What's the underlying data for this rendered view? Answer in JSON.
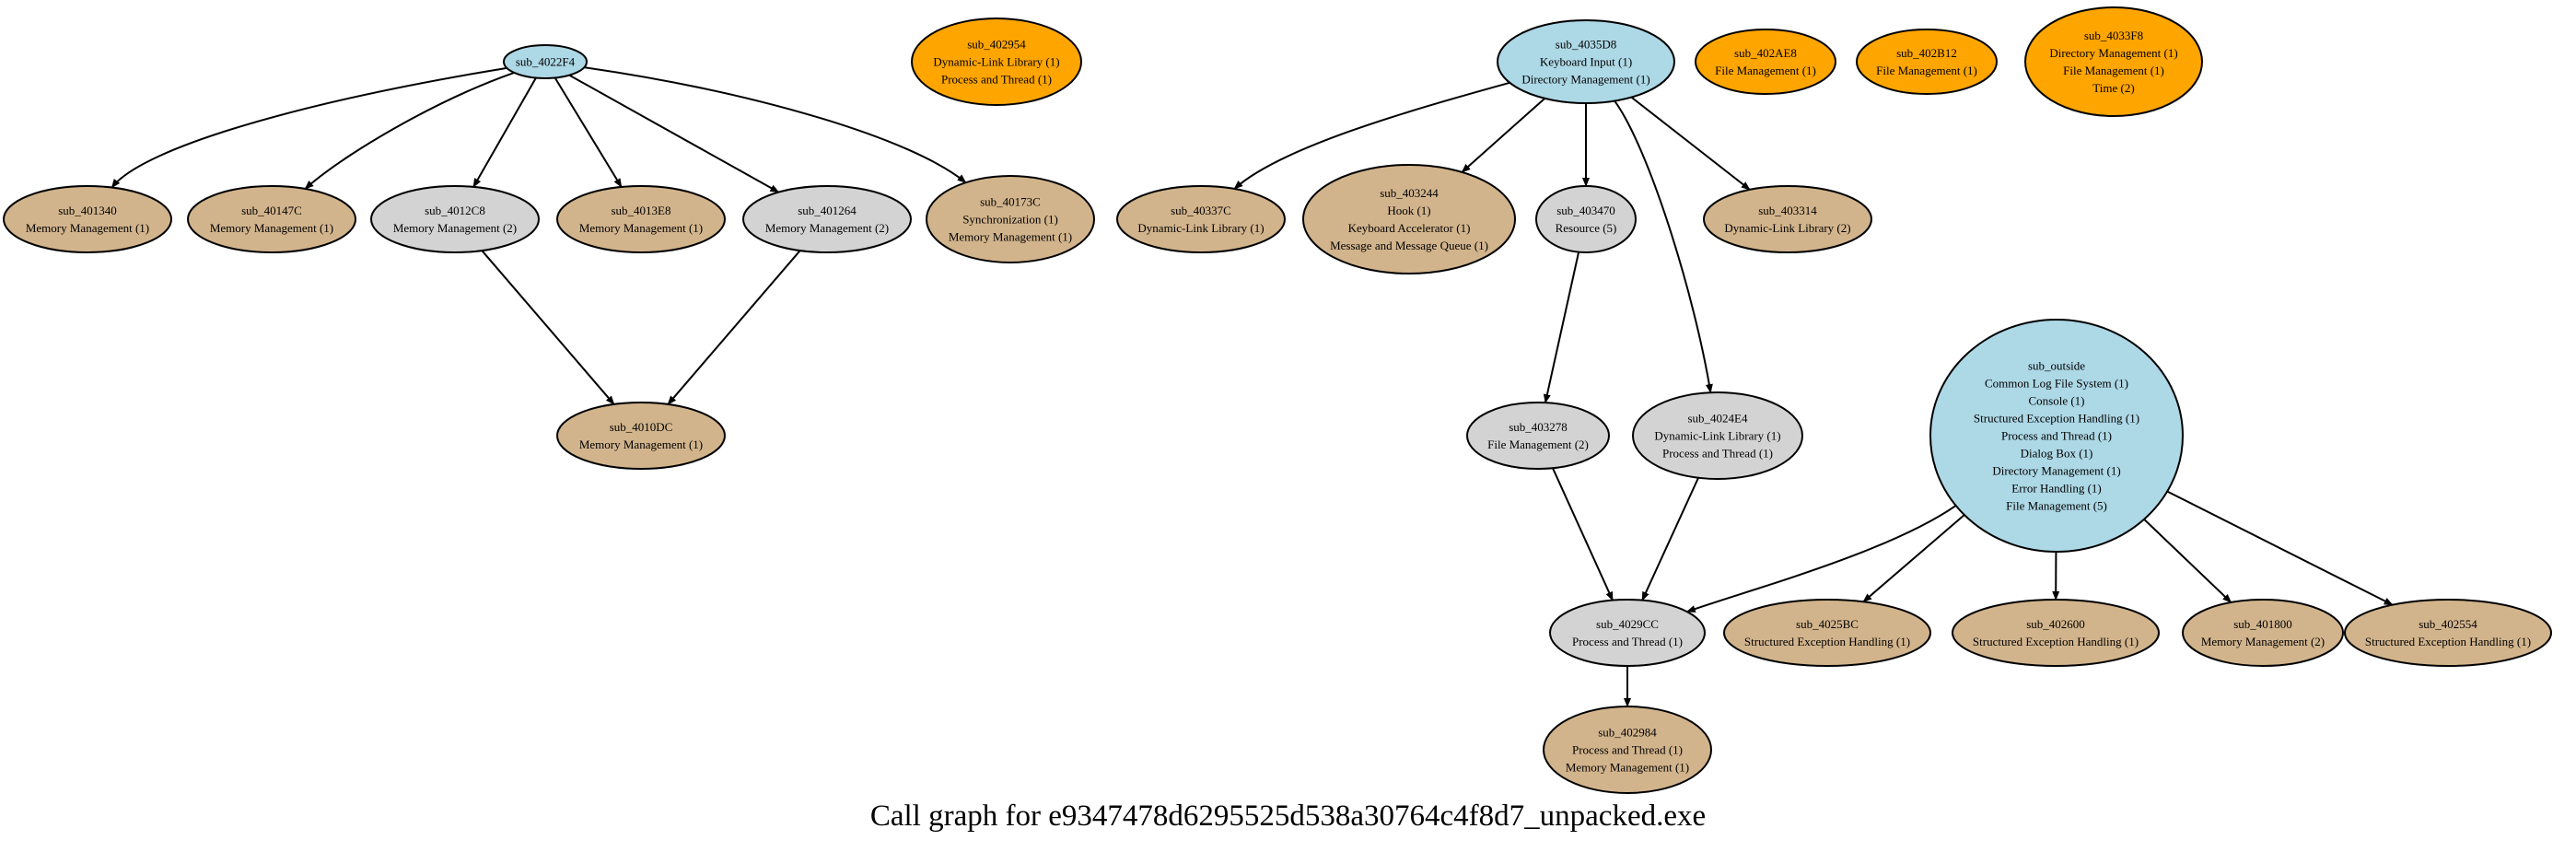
{
  "caption": "Call graph for e9347478d6295525d538a30764c4f8d7_unpacked.exe",
  "colors": {
    "root": "#add8e6",
    "external": "#ffa500",
    "intermediate": "#d3d3d3",
    "leaf": "#d2b48c"
  },
  "nodes": [
    {
      "id": "sub_4022F4",
      "kind": "root",
      "lines": [
        "sub_4022F4"
      ]
    },
    {
      "id": "sub_402954",
      "kind": "external",
      "lines": [
        "sub_402954",
        "Dynamic-Link Library (1)",
        "Process and Thread (1)"
      ]
    },
    {
      "id": "sub_4035D8",
      "kind": "root",
      "lines": [
        "sub_4035D8",
        "Keyboard Input (1)",
        "Directory Management (1)"
      ]
    },
    {
      "id": "sub_402AE8",
      "kind": "external",
      "lines": [
        "sub_402AE8",
        "File Management (1)"
      ]
    },
    {
      "id": "sub_402B12",
      "kind": "external",
      "lines": [
        "sub_402B12",
        "File Management (1)"
      ]
    },
    {
      "id": "sub_4033F8",
      "kind": "external",
      "lines": [
        "sub_4033F8",
        "Directory Management (1)",
        "File Management (1)",
        "Time (2)"
      ]
    },
    {
      "id": "sub_401340",
      "kind": "leaf",
      "lines": [
        "sub_401340",
        "Memory Management (1)"
      ]
    },
    {
      "id": "sub_40147C",
      "kind": "leaf",
      "lines": [
        "sub_40147C",
        "Memory Management (1)"
      ]
    },
    {
      "id": "sub_4012C8",
      "kind": "intermediate",
      "lines": [
        "sub_4012C8",
        "Memory Management (2)"
      ]
    },
    {
      "id": "sub_4013E8",
      "kind": "leaf",
      "lines": [
        "sub_4013E8",
        "Memory Management (1)"
      ]
    },
    {
      "id": "sub_401264",
      "kind": "intermediate",
      "lines": [
        "sub_401264",
        "Memory Management (2)"
      ]
    },
    {
      "id": "sub_40173C",
      "kind": "leaf",
      "lines": [
        "sub_40173C",
        "Synchronization (1)",
        "Memory Management (1)"
      ]
    },
    {
      "id": "sub_40337C",
      "kind": "leaf",
      "lines": [
        "sub_40337C",
        "Dynamic-Link Library (1)"
      ]
    },
    {
      "id": "sub_403244",
      "kind": "leaf",
      "lines": [
        "sub_403244",
        "Hook (1)",
        "Keyboard Accelerator (1)",
        "Message and Message Queue (1)"
      ]
    },
    {
      "id": "sub_403470",
      "kind": "intermediate",
      "lines": [
        "sub_403470",
        "Resource (5)"
      ]
    },
    {
      "id": "sub_403314",
      "kind": "leaf",
      "lines": [
        "sub_403314",
        "Dynamic-Link Library (2)"
      ]
    },
    {
      "id": "sub_4010DC",
      "kind": "leaf",
      "lines": [
        "sub_4010DC",
        "Memory Management (1)"
      ]
    },
    {
      "id": "sub_403278",
      "kind": "intermediate",
      "lines": [
        "sub_403278",
        "File Management (2)"
      ]
    },
    {
      "id": "sub_4024E4",
      "kind": "intermediate",
      "lines": [
        "sub_4024E4",
        "Dynamic-Link Library (1)",
        "Process and Thread (1)"
      ]
    },
    {
      "id": "sub_outside",
      "kind": "root",
      "lines": [
        "sub_outside",
        "Common Log File System (1)",
        "Console (1)",
        "Structured Exception Handling (1)",
        "Process and Thread (1)",
        "Dialog Box (1)",
        "Directory Management (1)",
        "Error Handling (1)",
        "File Management (5)"
      ]
    },
    {
      "id": "sub_4029CC",
      "kind": "intermediate",
      "lines": [
        "sub_4029CC",
        "Process and Thread (1)"
      ]
    },
    {
      "id": "sub_4025BC",
      "kind": "leaf",
      "lines": [
        "sub_4025BC",
        "Structured Exception Handling (1)"
      ]
    },
    {
      "id": "sub_402600",
      "kind": "leaf",
      "lines": [
        "sub_402600",
        "Structured Exception Handling (1)"
      ]
    },
    {
      "id": "sub_401800",
      "kind": "leaf",
      "lines": [
        "sub_401800",
        "Memory Management (2)"
      ]
    },
    {
      "id": "sub_402554",
      "kind": "leaf",
      "lines": [
        "sub_402554",
        "Structured Exception Handling (1)"
      ]
    },
    {
      "id": "sub_402984",
      "kind": "leaf",
      "lines": [
        "sub_402984",
        "Process and Thread (1)",
        "Memory Management (1)"
      ]
    }
  ],
  "edges": [
    {
      "from": "sub_4022F4",
      "to": "sub_401340"
    },
    {
      "from": "sub_4022F4",
      "to": "sub_40147C"
    },
    {
      "from": "sub_4022F4",
      "to": "sub_4012C8"
    },
    {
      "from": "sub_4022F4",
      "to": "sub_4013E8"
    },
    {
      "from": "sub_4022F4",
      "to": "sub_401264"
    },
    {
      "from": "sub_4022F4",
      "to": "sub_40173C"
    },
    {
      "from": "sub_4012C8",
      "to": "sub_4010DC"
    },
    {
      "from": "sub_401264",
      "to": "sub_4010DC"
    },
    {
      "from": "sub_4035D8",
      "to": "sub_40337C"
    },
    {
      "from": "sub_4035D8",
      "to": "sub_403244"
    },
    {
      "from": "sub_4035D8",
      "to": "sub_403470"
    },
    {
      "from": "sub_4035D8",
      "to": "sub_4024E4"
    },
    {
      "from": "sub_4035D8",
      "to": "sub_403314"
    },
    {
      "from": "sub_403470",
      "to": "sub_403278"
    },
    {
      "from": "sub_403278",
      "to": "sub_4029CC"
    },
    {
      "from": "sub_4024E4",
      "to": "sub_4029CC"
    },
    {
      "from": "sub_outside",
      "to": "sub_4029CC"
    },
    {
      "from": "sub_outside",
      "to": "sub_4025BC"
    },
    {
      "from": "sub_outside",
      "to": "sub_402600"
    },
    {
      "from": "sub_outside",
      "to": "sub_401800"
    },
    {
      "from": "sub_outside",
      "to": "sub_402554"
    },
    {
      "from": "sub_4029CC",
      "to": "sub_402984"
    }
  ]
}
